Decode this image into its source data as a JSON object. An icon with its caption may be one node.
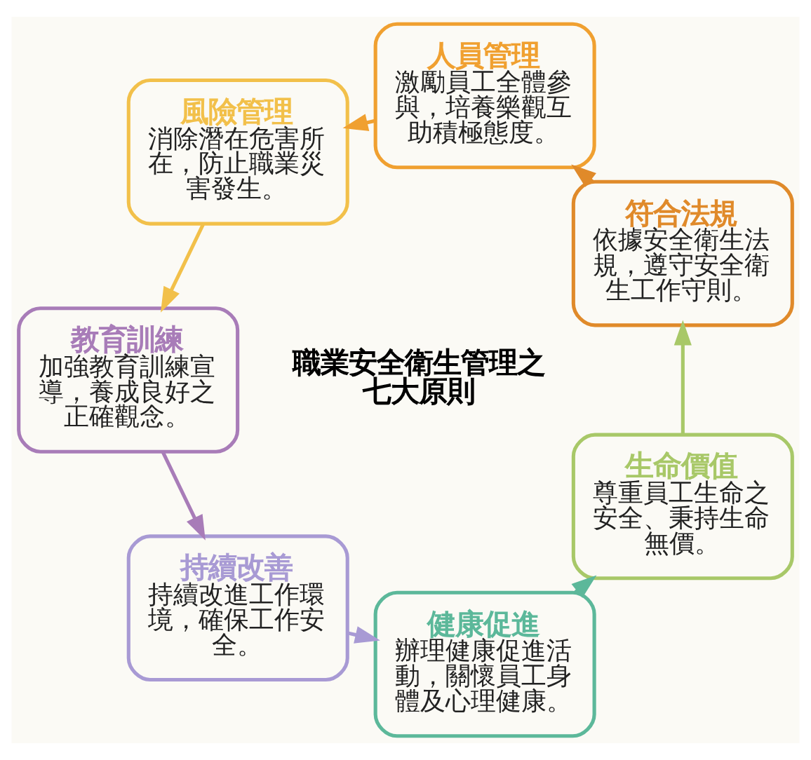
{
  "diagram": {
    "nodes": [
      {
        "text": [
          "符合法規",
          "依據安全衛生法規，遵守安全衛生工作守則。"
        ]
      },
      {
        "text": [
          "人員管理",
          "激勵員工全體參與，培養樂觀互助積極態度。"
        ]
      },
      {
        "text": [
          "風險管理",
          "消除潛在危害所在，防止職業災害發生。"
        ]
      },
      {
        "text": [
          "教育訓練",
          "加強教育訓練宣導，養成良好之正確觀念。"
        ]
      },
      {
        "text": [
          "持續改善",
          "持續改進工作環境，確保工作安全。"
        ]
      },
      {
        "text": [
          "健康促進",
          "辦理健康促進活動，關懷員工身體及心理健康。"
        ]
      },
      {
        "text": [
          "生命價值",
          "尊重員工生命之安全、秉持生命無價。"
        ]
      },
      {
        "text": [
          "職業安全衛生管理之七大原則"
        ]
      }
    ],
    "edges": [
      {
        "from": 0,
        "to": 1,
        "arrow": "to",
        "color": "#e08a2a"
      },
      {
        "from": 1,
        "to": 2,
        "arrow": "to",
        "color": "#f0a030"
      },
      {
        "from": 2,
        "to": 3,
        "arrow": "to",
        "color": "#f2c04a"
      },
      {
        "from": 3,
        "to": 4,
        "arrow": "to",
        "color": "#a87cb8"
      },
      {
        "from": 4,
        "to": 5,
        "arrow": "to",
        "color": "#a89ad4"
      },
      {
        "from": 5,
        "to": 6,
        "arrow": "to",
        "color": "#5cb89a"
      },
      {
        "from": 6,
        "to": 0,
        "arrow": "to",
        "color": "#a8c868"
      }
    ]
  }
}
